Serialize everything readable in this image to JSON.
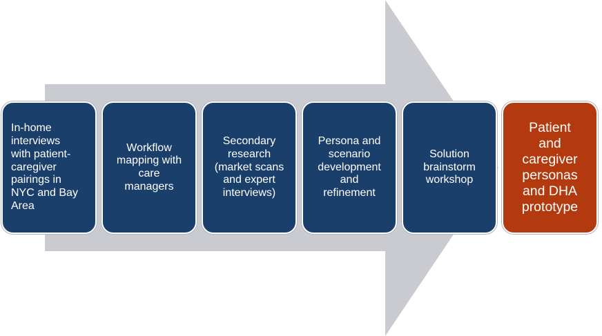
{
  "steps": [
    {
      "label": "In-home\ninterviews\nwith patient-\ncaregiver\npairings in\nNYC and Bay\nArea"
    },
    {
      "label": "Workflow\nmapping with\ncare\nmanagers"
    },
    {
      "label": "Secondary\nresearch\n(market scans\nand expert\ninterviews)"
    },
    {
      "label": "Persona and\nscenario\ndevelopment\nand\nrefinement"
    },
    {
      "label": "Solution\nbrainstorm\nworkshop"
    }
  ],
  "result": {
    "label": "Patient\nand\ncaregiver\npersonas\nand DHA\nprototype"
  },
  "colors": {
    "arrow": "#c9cbd0",
    "step_fill": "#1b3f6b",
    "result_fill": "#b23a0e",
    "text": "#ffffff"
  }
}
